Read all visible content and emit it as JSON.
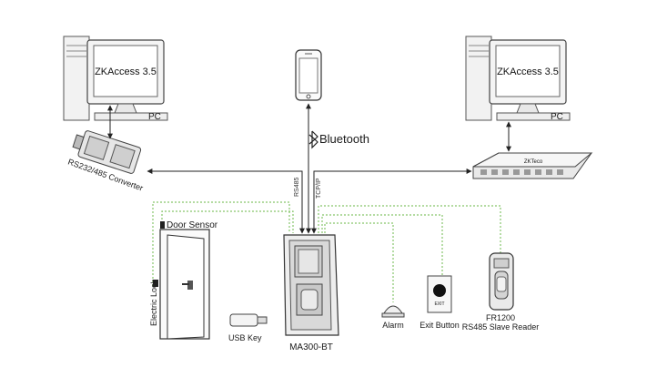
{
  "labels": {
    "pc_left_screen": "ZKAccess 3.5",
    "pc_left": "PC",
    "pc_right_screen": "ZKAccess 3.5",
    "pc_right": "PC",
    "bluetooth": "Bluetooth",
    "converter": "RS232/485 Converter",
    "rs485": "RS485",
    "tcpip": "TCP/IP",
    "door_sensor": "Door Sensor",
    "electric_lock": "Electric Lock",
    "usb_key": "USB Key",
    "device": "MA300-BT",
    "alarm": "Alarm",
    "exit_button": "Exit Button",
    "exit_button_face": "EXIT",
    "slave_model": "FR1200",
    "slave_desc": "RS485 Slave Reader",
    "switch_brand": "ZKTeco"
  },
  "colors": {
    "line": "#222222",
    "dotted_wire": "#86c56a",
    "device_body": "#d9d9d9",
    "outline": "#333333"
  }
}
